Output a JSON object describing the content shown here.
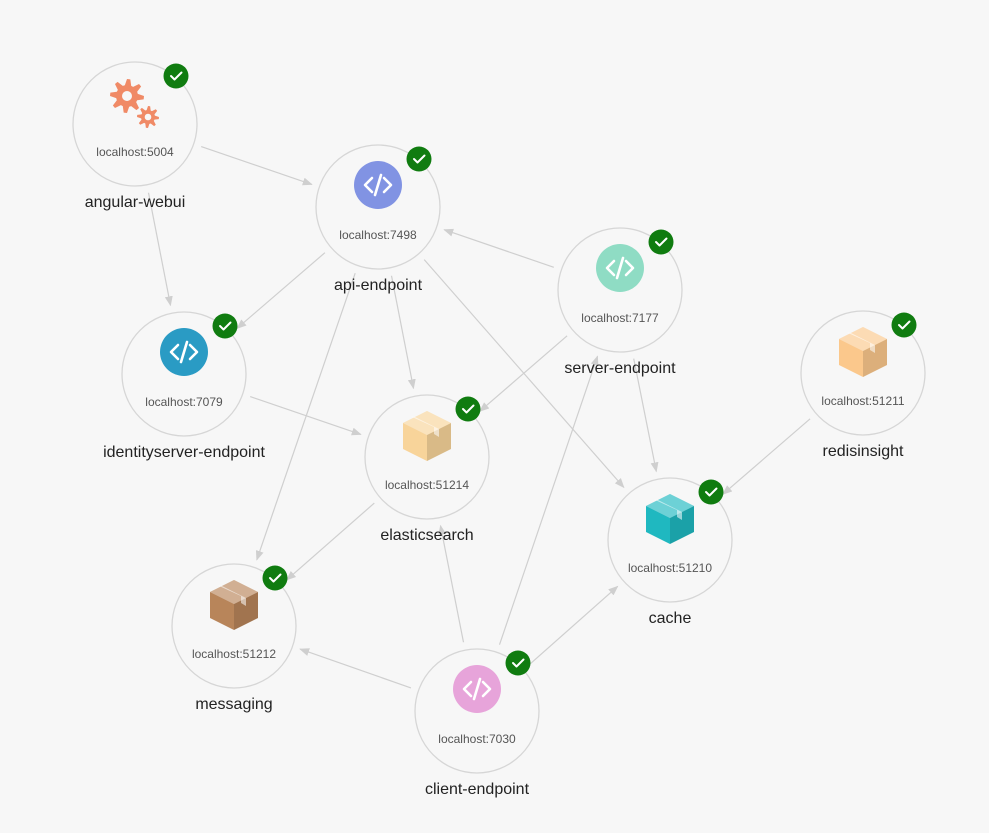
{
  "resources": [
    {
      "id": "angular-webui",
      "name": "angular-webui",
      "endpoint": "localhost:5004",
      "icon": "gears-icon",
      "color": "#f08a66",
      "status": "running"
    },
    {
      "id": "api-endpoint",
      "name": "api-endpoint",
      "endpoint": "localhost:7498",
      "icon": "code-icon",
      "color": "#8193e3",
      "status": "running"
    },
    {
      "id": "server-endpoint",
      "name": "server-endpoint",
      "endpoint": "localhost:7177",
      "icon": "code-icon",
      "color": "#8fdcc4",
      "status": "running"
    },
    {
      "id": "identityserver-endpoint",
      "name": "identityserver-endpoint",
      "endpoint": "localhost:7079",
      "icon": "code-icon",
      "color": "#2a9bc4",
      "status": "running"
    },
    {
      "id": "elasticsearch",
      "name": "elasticsearch",
      "endpoint": "localhost:51214",
      "icon": "package-icon",
      "color": "#f8d49a",
      "status": "running"
    },
    {
      "id": "redisinsight",
      "name": "redisinsight",
      "endpoint": "localhost:51211",
      "icon": "package-icon",
      "color": "#fbc88c",
      "status": "running"
    },
    {
      "id": "cache",
      "name": "cache",
      "endpoint": "localhost:51210",
      "icon": "package-icon",
      "color": "#1fb8c0",
      "status": "running"
    },
    {
      "id": "messaging",
      "name": "messaging",
      "endpoint": "localhost:51212",
      "icon": "package-icon",
      "color": "#b8855a",
      "status": "running"
    },
    {
      "id": "client-endpoint",
      "name": "client-endpoint",
      "endpoint": "localhost:7030",
      "icon": "code-icon",
      "color": "#e7a4da",
      "status": "running"
    }
  ],
  "connections": [
    {
      "from": "angular-webui",
      "to": "api-endpoint"
    },
    {
      "from": "angular-webui",
      "to": "identityserver-endpoint"
    },
    {
      "from": "api-endpoint",
      "to": "identityserver-endpoint"
    },
    {
      "from": "api-endpoint",
      "to": "elasticsearch"
    },
    {
      "from": "api-endpoint",
      "to": "messaging"
    },
    {
      "from": "api-endpoint",
      "to": "cache"
    },
    {
      "from": "server-endpoint",
      "to": "api-endpoint"
    },
    {
      "from": "server-endpoint",
      "to": "elasticsearch"
    },
    {
      "from": "server-endpoint",
      "to": "cache"
    },
    {
      "from": "identityserver-endpoint",
      "to": "elasticsearch"
    },
    {
      "from": "elasticsearch",
      "to": "messaging"
    },
    {
      "from": "redisinsight",
      "to": "cache"
    },
    {
      "from": "client-endpoint",
      "to": "messaging"
    },
    {
      "from": "client-endpoint",
      "to": "elasticsearch"
    },
    {
      "from": "client-endpoint",
      "to": "server-endpoint"
    },
    {
      "from": "client-endpoint",
      "to": "cache"
    }
  ],
  "colors": {
    "status_ok": "#107c10",
    "edge": "#cfcfcf",
    "ring": "#d6d6d6"
  }
}
